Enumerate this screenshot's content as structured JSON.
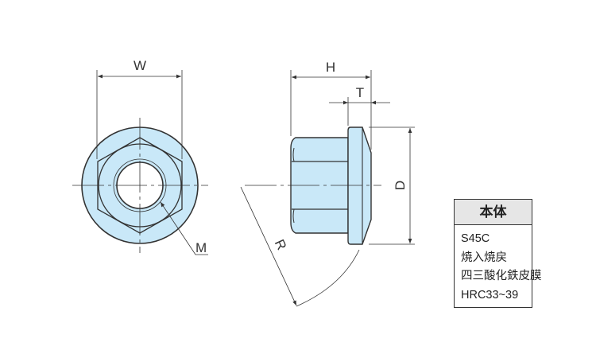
{
  "drawing": {
    "labels": {
      "W": "W",
      "M": "M",
      "H": "H",
      "T": "T",
      "D": "D",
      "R": "R"
    },
    "fill_color": "#c9e8f8",
    "line_color": "#333333"
  },
  "spec_table": {
    "header": "本体",
    "rows": [
      "S45C",
      "焼入焼戻",
      "四三酸化鉄皮膜",
      "HRC33~39"
    ]
  }
}
